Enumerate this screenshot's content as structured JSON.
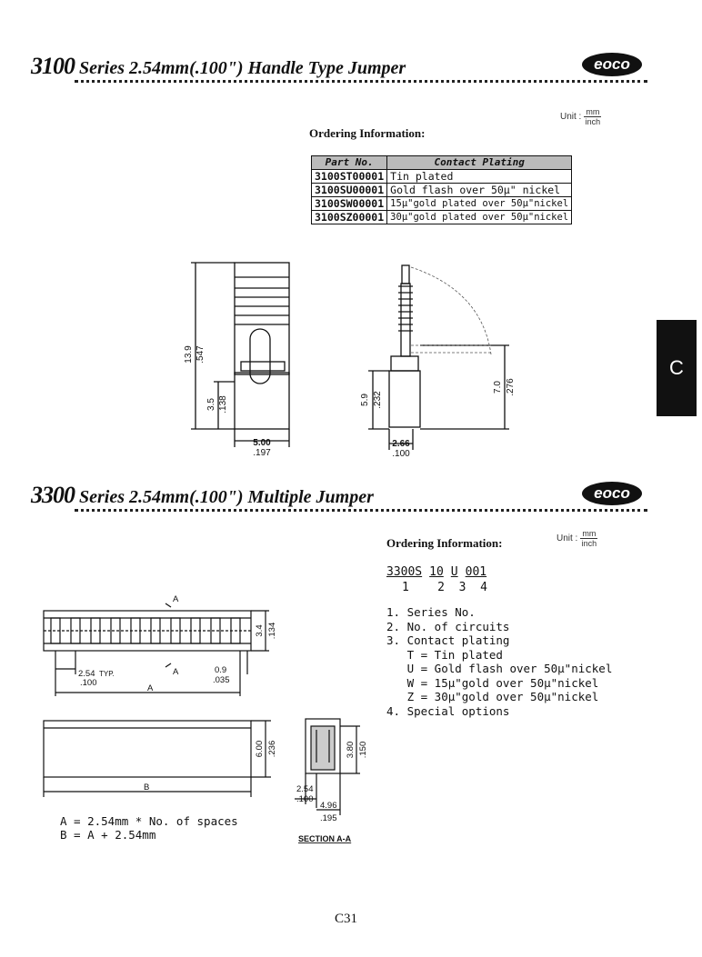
{
  "section1": {
    "title_num": "3100",
    "title_rest": "Series 2.54mm(.100\") Handle Type Jumper",
    "logo": "eoco",
    "unit_label": "Unit :",
    "unit_num": "mm",
    "unit_den": "inch",
    "ordering_label": "Ordering Information:",
    "table": {
      "headers": [
        "Part No.",
        "Contact Plating"
      ],
      "rows": [
        [
          "3100ST00001",
          "Tin plated"
        ],
        [
          "3100SU00001",
          "Gold flash over 50μ\" nickel"
        ],
        [
          "3100SW00001",
          "15μ\"gold plated over 50μ\"nickel"
        ],
        [
          "3100SZ00001",
          "30μ\"gold plated over 50μ\"nickel"
        ]
      ]
    },
    "dims": {
      "height_mm": "13.9",
      "height_in": ".547",
      "low_mm": "3.5",
      "low_in": ".138",
      "width_mm": "5.00",
      "width_in": ".197",
      "mid_mm": "5.9",
      "mid_in": ".232",
      "right_mm": "7.0",
      "right_in": ".276",
      "pitch_mm": "2.66",
      "pitch_in": ".100"
    }
  },
  "section2": {
    "title_num": "3300",
    "title_rest": "Series 2.54mm(.100\") Multiple Jumper",
    "logo": "eoco",
    "unit_label": "Unit :",
    "unit_num": "mm",
    "unit_den": "inch",
    "ordering_label": "Ordering Information:",
    "code_parts": [
      "3300S",
      "10",
      "U",
      "001"
    ],
    "code_nums": [
      "1",
      "2",
      "3",
      "4"
    ],
    "list": [
      "1. Series No.",
      "2. No. of circuits",
      "3. Contact plating",
      "   T = Tin plated",
      "   U = Gold flash over 50μ\"nickel",
      "   W = 15μ\"gold over 50μ\"nickel",
      "   Z = 30μ\"gold over 50μ\"nickel",
      "4. Special options"
    ],
    "dims": {
      "a_label": "A",
      "b_label": "B",
      "h1_mm": "3.4",
      "h1_in": ".134",
      "pitch_mm": "2.54",
      "pitch_typ": "TYP.",
      "pitch_in": ".100",
      "gap_mm": "0.9",
      "gap_in": ".035",
      "h2_mm": "6.00",
      "h2_in": ".236",
      "s_h_mm": "3.80",
      "s_h_in": ".150",
      "s_p_mm": "2.54",
      "s_p_in": ".100",
      "s_w_mm": "4.96",
      "s_w_in": ".195",
      "section_label": "SECTION A-A"
    },
    "formula_a": "A = 2.54mm * No. of spaces",
    "formula_b": "B = A + 2.54mm"
  },
  "side_tab": "C",
  "page_number": "C31"
}
